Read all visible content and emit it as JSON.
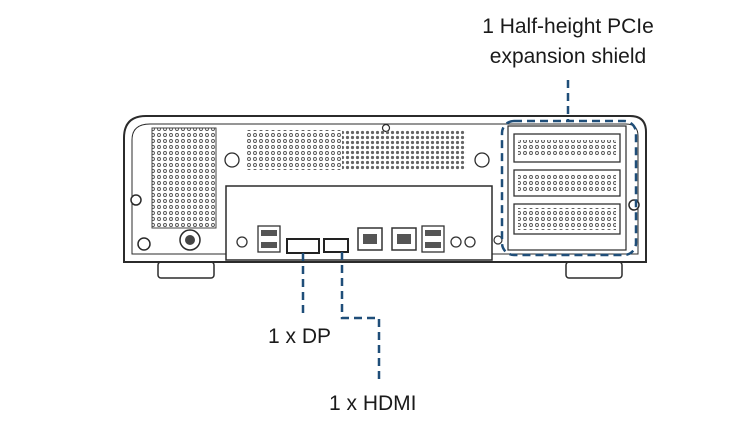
{
  "callouts": {
    "pcie": {
      "line1": "1 Half-height PCIe",
      "line2": "expansion shield"
    },
    "dp": "1 x DP",
    "hdmi": "1 x HDMI"
  },
  "colors": {
    "callout": "#1f4e79",
    "outline": "#2b2b2b",
    "background": "#ffffff"
  }
}
